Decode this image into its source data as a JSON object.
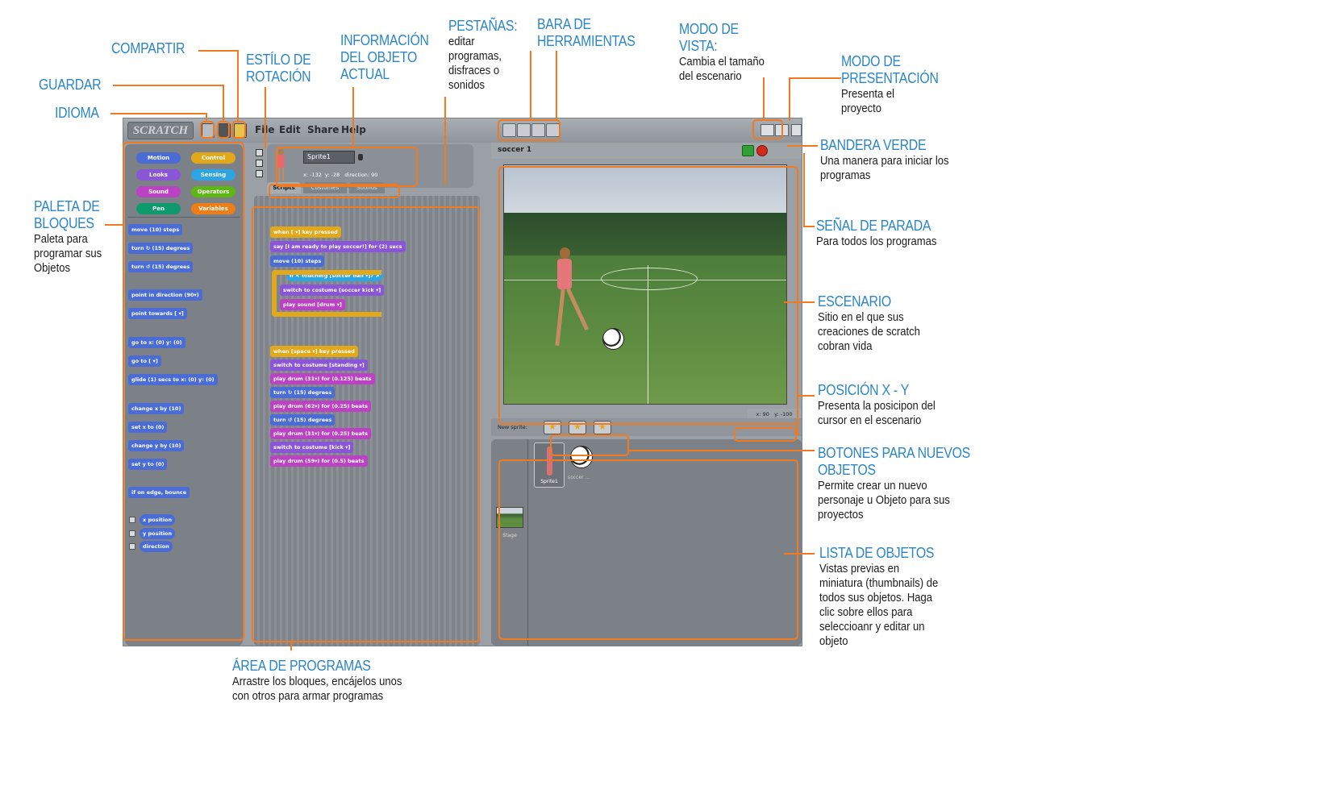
{
  "annotations": {
    "compartir": {
      "title": "COMPARTIR"
    },
    "guardar": {
      "title": "GUARDAR"
    },
    "idioma": {
      "title": "IDIOMA"
    },
    "estilo_rotacion": {
      "title": "ESTÍLO DE\nROTACIÓN"
    },
    "informacion_objeto": {
      "title": "INFORMACIÓN\nDEL OBJETO\nACTUAL"
    },
    "pestanas": {
      "title": "PESTAÑAS:",
      "desc": "editar\nprogramas,\ndisfraces o\nsonidos"
    },
    "barra_herramientas": {
      "title": "BARA DE\nHERRAMIENTAS"
    },
    "modo_vista": {
      "title": "MODO DE\nVISTA:",
      "desc": "Cambia el tamaño\ndel escenario"
    },
    "modo_presentacion": {
      "title": "MODO DE\nPRESENTACIÓN",
      "desc": "Presenta el\nproyecto"
    },
    "bandera_verde": {
      "title": "BANDERA VERDE",
      "desc": "Una manera para iniciar los\nprogramas"
    },
    "senal_parada": {
      "title": "SEÑAL DE PARADA",
      "desc": "Para todos los programas"
    },
    "escenario": {
      "title": "ESCENARIO",
      "desc": "Sitio en el que sus\ncreaciones de scratch\ncobran vida"
    },
    "posicion_xy": {
      "title": "POSICIÓN X - Y",
      "desc": "Presenta la posicipon del\ncursor en el escenario"
    },
    "botones_nuevos": {
      "title": "BOTONES PARA NUEVOS\nOBJETOS",
      "desc": "Permite crear un nuevo\npersonaje u Objeto para sus\nproyectos"
    },
    "lista_objetos": {
      "title": "LISTA DE OBJETOS",
      "desc": "Vistas previas en\nminiatura (thumbnails) de\ntodos sus objetos. Haga\nclic sobre ellos para\nseleccioanr y editar un\nobjeto"
    },
    "paleta_bloques": {
      "title": "PALETA DE\nBLOQUES",
      "desc": "Paleta para\nprogramar sus\nObjetos"
    },
    "area_programas": {
      "title": "ÁREA DE PROGRAMAS",
      "desc": "Arrastre los bloques, encájelos unos\ncon otros para armar programas"
    }
  },
  "app": {
    "logo": "SCRATCH",
    "menus": [
      "File",
      "Edit",
      "Share",
      "Help"
    ]
  },
  "categories": [
    {
      "label": "Motion",
      "color": "#4a6cd4"
    },
    {
      "label": "Control",
      "color": "#e1a91a"
    },
    {
      "label": "Looks",
      "color": "#8a55d7"
    },
    {
      "label": "Sensing",
      "color": "#2ca5e2"
    },
    {
      "label": "Sound",
      "color": "#bb42c3"
    },
    {
      "label": "Operators",
      "color": "#5cb712"
    },
    {
      "label": "Pen",
      "color": "#0e9a6c"
    },
    {
      "label": "Variables",
      "color": "#ee7d16"
    }
  ],
  "palette_blocks": [
    "move (10) steps",
    "turn ↻ (15) degrees",
    "turn ↺ (15) degrees",
    "point in direction (90▾)",
    "point towards [ ▾]",
    "go to x: (0) y: (0)",
    "go to [ ▾]",
    "glide (1) secs to x: (0) y: (0)",
    "change x by (10)",
    "set x to (0)",
    "change y by (10)",
    "set y to (0)",
    "if on edge, bounce",
    "x position",
    "y position",
    "direction"
  ],
  "sprite_info": {
    "name": "Sprite1",
    "coords": "x: -132  y: -28   direction: 90"
  },
  "tabs": [
    "Scripts",
    "Costumes",
    "Sounds"
  ],
  "scripts": {
    "group1": [
      "when [ ▾] key pressed",
      "say [I am ready to play soccer!] for (2) secs",
      "move (10) steps",
      "if  < touching [soccer ball ▾]? >",
      "switch to costume [soccer kick ▾]",
      "play sound [drum ▾]"
    ],
    "group2": [
      "when [space ▾] key pressed",
      "switch to costume [standing ▾]",
      "play drum (31▾) for (0.125) beats",
      "turn ↻ (15) degrees",
      "play drum (62▾) for (0.25) beats",
      "turn ↺ (15) degrees",
      "play drum (31▾) for (0.25) beats",
      "switch to costume [kick ▾]",
      "play drum (59▾) for (0.5) beats"
    ]
  },
  "stage": {
    "title": "soccer 1",
    "mouse_xy": "x: 90   y: -100"
  },
  "sprites_panel": {
    "new_sprite_label": "New sprite:",
    "sprite1": "Sprite1",
    "soccer": "soccer ...",
    "stage_label": "Stage"
  },
  "colors": {
    "accent": "#f07a22",
    "title_blue": "#2a86c8",
    "window_gray": "#9aa0a6"
  }
}
